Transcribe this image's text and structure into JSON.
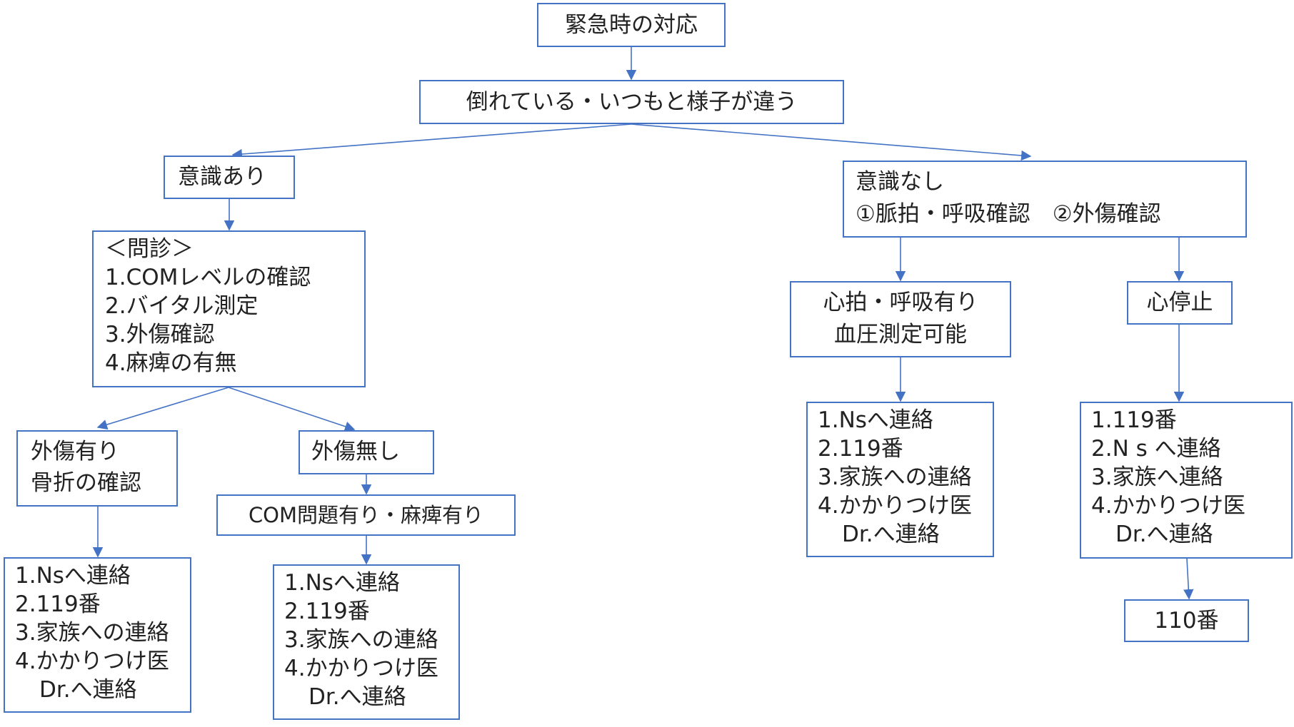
{
  "diagram": {
    "colors": {
      "border": "#4472c4",
      "edge": "#4472c4",
      "text": "#222222",
      "background": "#ffffff"
    },
    "nodes": {
      "root": {
        "lines": [
          "緊急時の対応"
        ]
      },
      "collapse": {
        "lines": [
          "倒れている・いつもと様子が違う"
        ]
      },
      "conscious": {
        "lines": [
          "意識あり"
        ]
      },
      "unconscious": {
        "lines": [
          "意識なし",
          "①脈拍・呼吸確認　②外傷確認"
        ]
      },
      "interview": {
        "lines": [
          "＜問診＞",
          "1.COMレベルの確認",
          "2.バイタル測定",
          "3.外傷確認",
          "4.麻痺の有無"
        ]
      },
      "trauma_yes": {
        "lines": [
          "外傷有り",
          "骨折の確認"
        ]
      },
      "trauma_no": {
        "lines": [
          "外傷無し"
        ]
      },
      "com_problem": {
        "lines": [
          "COM問題有り・麻痺有り"
        ]
      },
      "actions_trauma": {
        "lines": [
          "1.Nsへ連絡",
          "2.119番",
          "3.家族への連絡",
          "4.かかりつけ医",
          "Dr.へ連絡"
        ]
      },
      "actions_com": {
        "lines": [
          "1.Nsへ連絡",
          "2.119番",
          "3.家族への連絡",
          "4.かかりつけ医",
          "Dr.へ連絡"
        ]
      },
      "pulse_ok": {
        "lines": [
          "心拍・呼吸有り",
          "血圧測定可能"
        ]
      },
      "cardiac_arrest": {
        "lines": [
          "心停止"
        ]
      },
      "actions_pulse": {
        "lines": [
          "1.Nsへ連絡",
          "2.119番",
          "3.家族への連絡",
          "4.かかりつけ医",
          "Dr.へ連絡"
        ]
      },
      "actions_arrest": {
        "lines": [
          "1.119番",
          "2.N s へ連絡",
          "3.家族へ連絡",
          "4.かかりつけ医",
          "Dr.へ連絡"
        ]
      },
      "police": {
        "lines": [
          "110番"
        ]
      }
    }
  }
}
